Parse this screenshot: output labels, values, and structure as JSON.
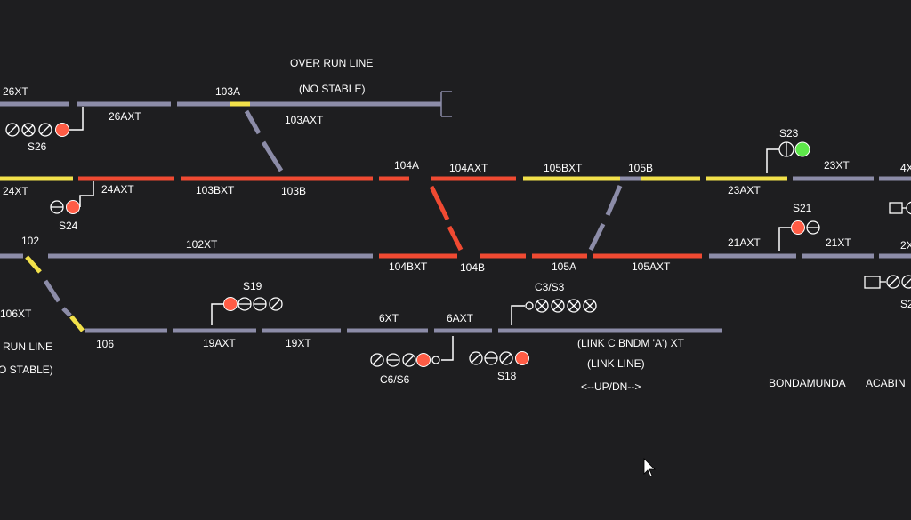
{
  "colors": {
    "background": "#1e1e20",
    "track_idle": "#8c8ca8",
    "track_route": "#f04a32",
    "track_point": "#f2e14a",
    "signal_red": "#ff5c45",
    "signal_green": "#5ee84a",
    "label": "#ffffff"
  },
  "labels": {
    "t26xt": "26XT",
    "t26axt": "26AXT",
    "p103a": "103A",
    "t103axt": "103AXT",
    "overrun": "OVER RUN LINE",
    "nostable": "(NO STABLE)",
    "t24xt": "24XT",
    "t24axt": "24AXT",
    "t103bxt": "103BXT",
    "p103b": "103B",
    "p104a": "104A",
    "t104axt": "104AXT",
    "t105bxt": "105BXT",
    "p105b": "105B",
    "t23axt": "23AXT",
    "t23xt": "23XT",
    "t4x": "4X",
    "p102": "102",
    "t102xt": "102XT",
    "t104bxt": "104BXT",
    "p104b": "104B",
    "p105a": "105A",
    "t105axt": "105AXT",
    "t21axt": "21AXT",
    "t21xt": "21XT",
    "t2x": "2X",
    "t106xt": "106XT",
    "overrun2": "RUN LINE",
    "nostable2": "O STABLE)",
    "p106": "106",
    "t19axt": "19AXT",
    "t19xt": "19XT",
    "t6xt": "6XT",
    "t6axt": "6AXT",
    "link_xt": "(LINK C BNDM 'A') XT",
    "link_line": "(LINK LINE)",
    "updn": "<--UP/DN-->",
    "bondamunda": "BONDAMUNDA",
    "acabin": "ACABIN",
    "s26": "S26",
    "s24": "S24",
    "s19": "S19",
    "c6s6": "C6/S6",
    "s18": "S18",
    "c3s3": "C3/S3",
    "s23": "S23",
    "s21": "S21",
    "s2": "S2"
  },
  "signals": {
    "s26": "red",
    "s24": "red",
    "s19": "red",
    "c6s6": "red",
    "s18": "red",
    "s21": "red",
    "s23": "green"
  }
}
